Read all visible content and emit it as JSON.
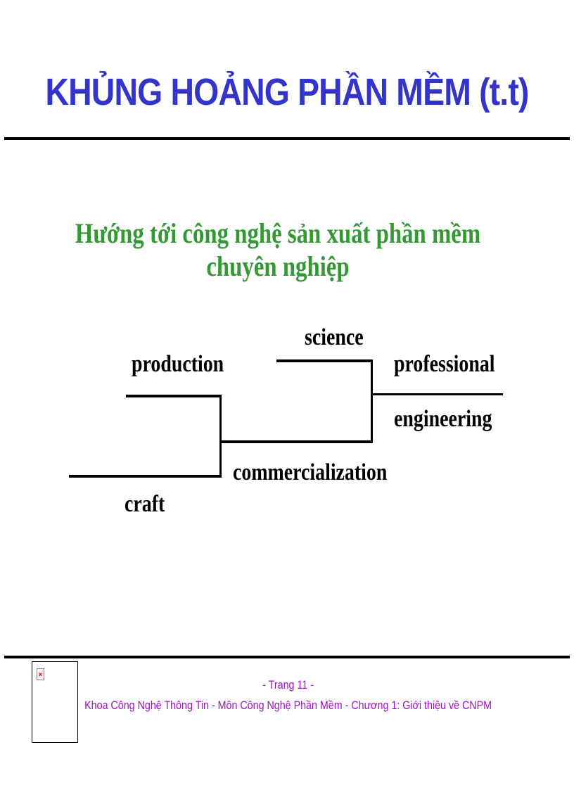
{
  "slide": {
    "title": "KHỦNG HOẢNG PHẦN MỀM (t.t)",
    "subtitle": "Hướng tới công nghệ sản xuất phần mềm chuyên nghiệp",
    "colors": {
      "title": "#3434cc",
      "subtitle": "#339933",
      "footer": "#a010c8",
      "lines": "#000000"
    }
  },
  "diagram": {
    "labels": {
      "craft": "craft",
      "production": "production",
      "commercialization": "commercialization",
      "science": "science",
      "professional": "professional",
      "engineering": "engineering"
    },
    "stages": [
      "craft",
      "production",
      "commercialization",
      "science",
      "professional engineering"
    ]
  },
  "footer": {
    "page": "- Trang 11 -",
    "line": "Khoa Công Nghệ Thông Tin - Môn Công Nghệ Phần Mềm - Chương 1: Giới thiệu về CNPM",
    "image_icon": "broken-image-icon",
    "image_glyph": "x"
  }
}
